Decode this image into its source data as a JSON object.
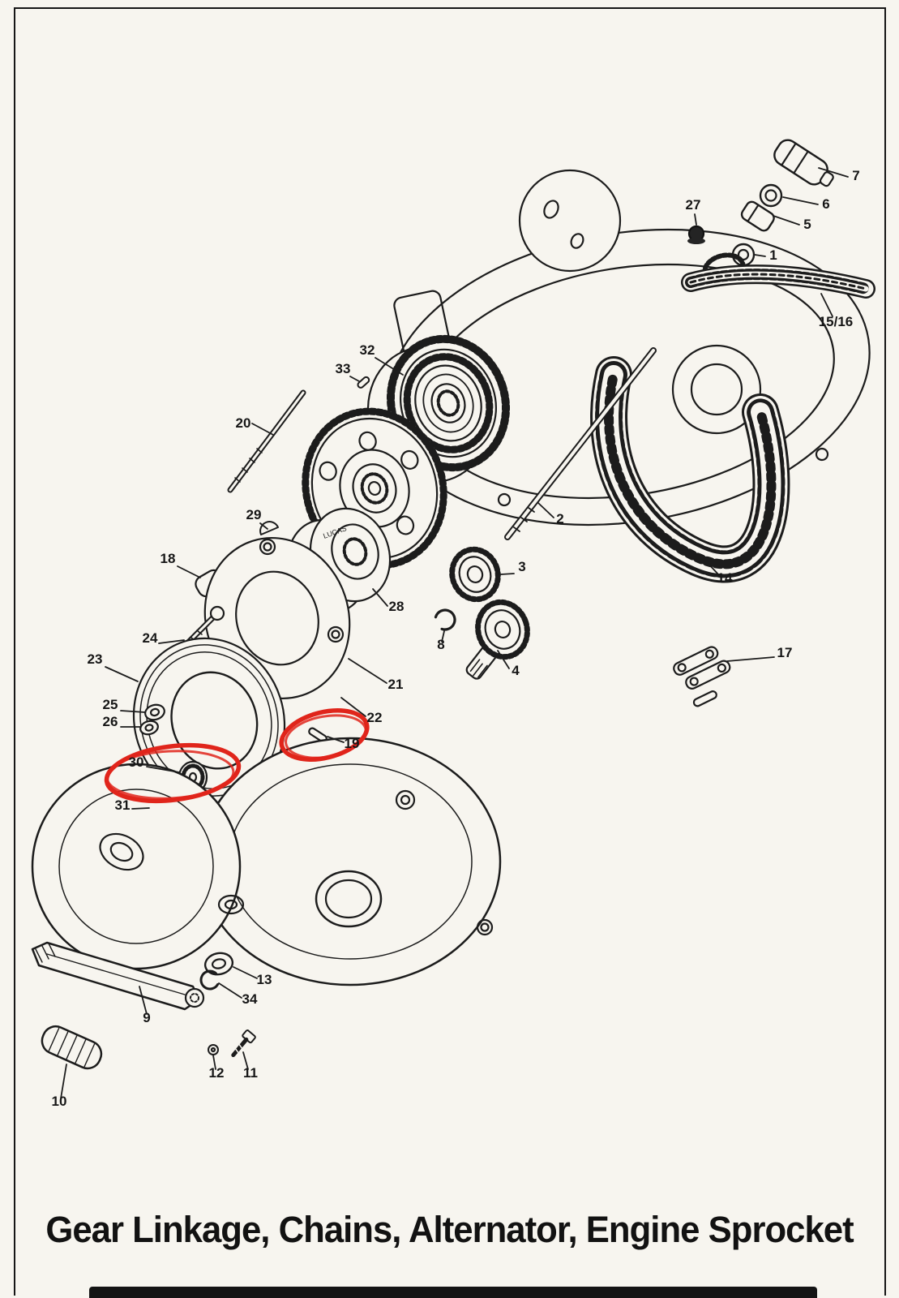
{
  "page": {
    "title": "Gear Linkage, Chains, Alternator, Engine Sprocket"
  },
  "diagram": {
    "rotor_brand": "LUCAS",
    "labels": [
      {
        "part": "7"
      },
      {
        "part": "27"
      },
      {
        "part": "6"
      },
      {
        "part": "5"
      },
      {
        "part": "1"
      },
      {
        "part": "15/16"
      },
      {
        "part": "32"
      },
      {
        "part": "33"
      },
      {
        "part": "20"
      },
      {
        "part": "29"
      },
      {
        "part": "2"
      },
      {
        "part": "3"
      },
      {
        "part": "14"
      },
      {
        "part": "18"
      },
      {
        "part": "28"
      },
      {
        "part": "24"
      },
      {
        "part": "8"
      },
      {
        "part": "4"
      },
      {
        "part": "17"
      },
      {
        "part": "23"
      },
      {
        "part": "21"
      },
      {
        "part": "25"
      },
      {
        "part": "26"
      },
      {
        "part": "22"
      },
      {
        "part": "19"
      },
      {
        "part": "30"
      },
      {
        "part": "31"
      },
      {
        "part": "13"
      },
      {
        "part": "34"
      },
      {
        "part": "9"
      },
      {
        "part": "12"
      },
      {
        "part": "11"
      },
      {
        "part": "10"
      }
    ],
    "annotations": {
      "color": "#e0251b",
      "highlighted_parts": [
        "19",
        "30"
      ]
    }
  }
}
